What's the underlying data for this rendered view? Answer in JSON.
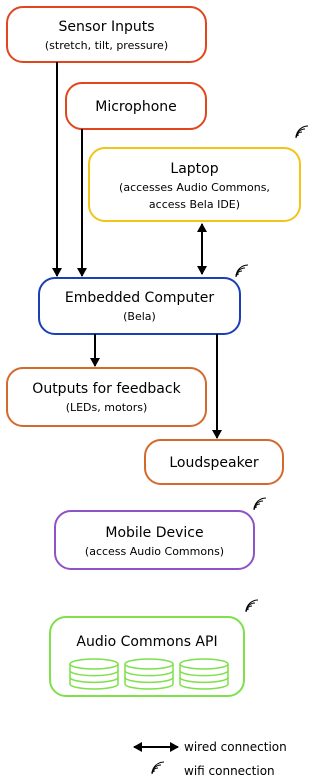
{
  "nodes": {
    "sensor_inputs": {
      "title": "Sensor Inputs",
      "subtitle": "(stretch, tilt, pressure)",
      "color": "#e2461f"
    },
    "microphone": {
      "title": "Microphone",
      "color": "#e2461f"
    },
    "laptop": {
      "title": "Laptop",
      "subtitle_line1": "(accesses Audio Commons,",
      "subtitle_line2": "access Bela IDE)",
      "color": "#f0c419",
      "wifi": true
    },
    "embedded_computer": {
      "title": "Embedded Computer",
      "subtitle": "(Bela)",
      "color": "#1b3fb5",
      "wifi": true
    },
    "outputs_feedback": {
      "title": "Outputs for feedback",
      "subtitle": "(LEDs, motors)",
      "color": "#d36a2c"
    },
    "loudspeaker": {
      "title": "Loudspeaker",
      "color": "#d36a2c"
    },
    "mobile_device": {
      "title": "Mobile Device",
      "subtitle": "(access Audio Commons)",
      "color": "#8e53c7",
      "wifi": true
    },
    "audio_commons_api": {
      "title": "Audio Commons API",
      "color": "#7ee04a",
      "wifi": true,
      "icon": "database-icon"
    }
  },
  "connections": [
    {
      "from": "sensor_inputs",
      "to": "embedded_computer",
      "type": "wired",
      "direction": "one-way"
    },
    {
      "from": "microphone",
      "to": "embedded_computer",
      "type": "wired",
      "direction": "one-way"
    },
    {
      "from": "laptop",
      "to": "embedded_computer",
      "type": "wired",
      "direction": "two-way"
    },
    {
      "from": "embedded_computer",
      "to": "outputs_feedback",
      "type": "wired",
      "direction": "one-way"
    },
    {
      "from": "embedded_computer",
      "to": "loudspeaker",
      "type": "wired",
      "direction": "one-way"
    }
  ],
  "legend": {
    "wired_label": "wired connection",
    "wifi_label": "wifi connection",
    "wired_icon": "double-arrow-icon",
    "wifi_icon": "wifi-icon"
  }
}
